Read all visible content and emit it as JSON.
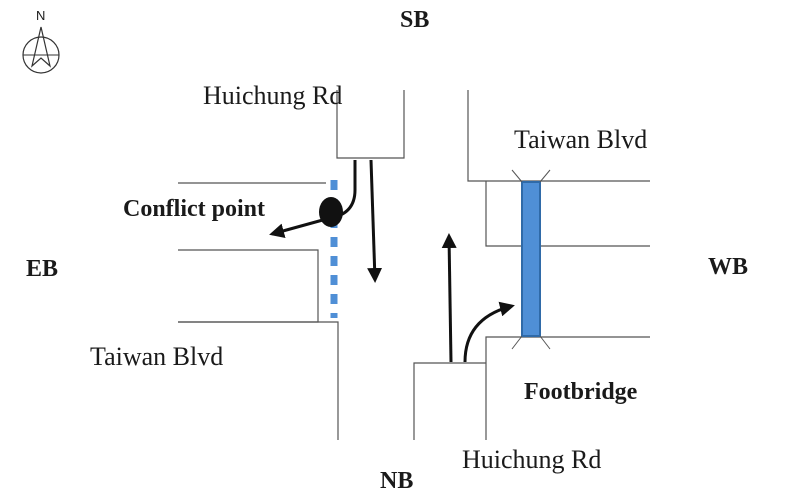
{
  "compass": {
    "north_label": "N"
  },
  "directions": {
    "south": "SB",
    "north": "NB",
    "east": "EB",
    "west": "WB"
  },
  "streets": {
    "north_road": "Huichung Rd",
    "south_road": "Huichung Rd",
    "east_road": "Taiwan Blvd",
    "west_road": "Taiwan Blvd"
  },
  "annotations": {
    "conflict": "Conflict point",
    "footbridge": "Footbridge"
  },
  "colors": {
    "crosswalk": "#4f8fd6",
    "footbridge_fill": "#4f8fd6",
    "footbridge_stroke": "#2f6aa8",
    "arrow": "#111111"
  }
}
